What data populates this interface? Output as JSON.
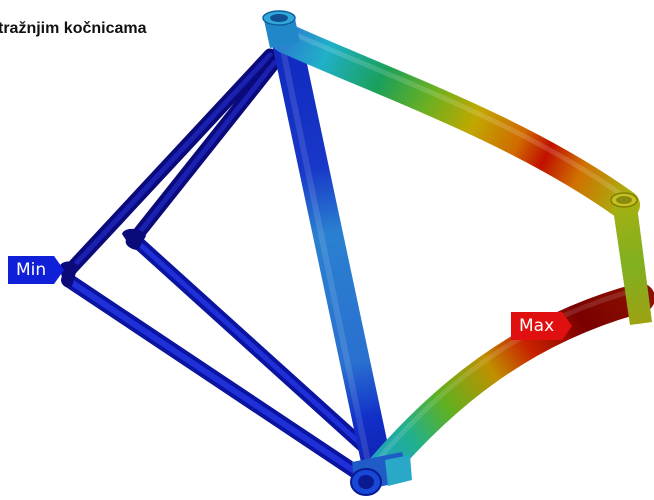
{
  "title": "tražnjim kočnicama",
  "legend": {
    "min_label": "Min",
    "max_label": "Max",
    "min_color": "#1020d8",
    "max_color": "#e01010"
  },
  "colormap": [
    "#0a0a8c",
    "#1028c8",
    "#2a78d0",
    "#20b0c8",
    "#20b060",
    "#60b020",
    "#b0b000",
    "#d07000",
    "#d01000",
    "#7a0000"
  ]
}
